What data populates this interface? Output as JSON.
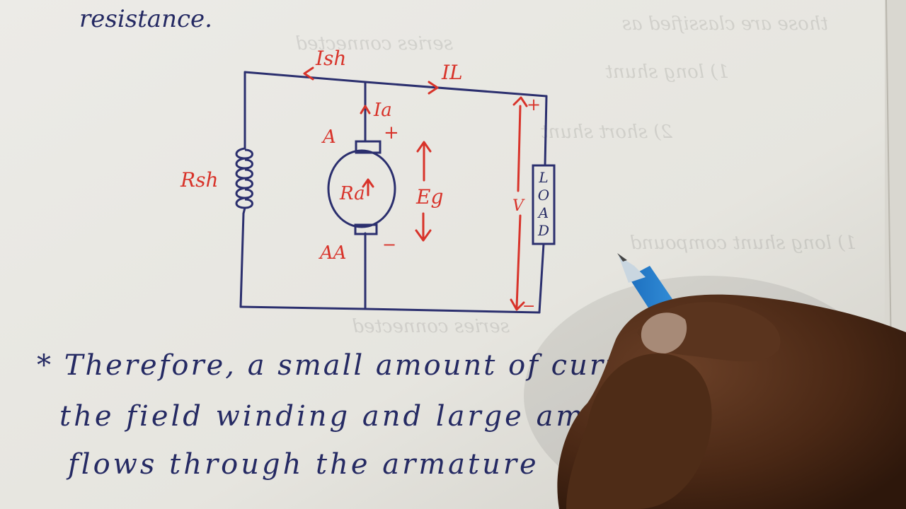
{
  "notebook": {
    "top_word": "resistance.",
    "ghost_lines": [
      "those are classified as",
      "series connected",
      "1) long shunt",
      "2) short shunt",
      "1) long shunt compound",
      "series connected"
    ]
  },
  "circuit": {
    "labels": {
      "ish": "Ish",
      "il": "IL",
      "ia": "Ia",
      "a_terminal": "A",
      "aa_terminal": "AA",
      "plus_top": "+",
      "minus": "−",
      "rsh": "Rsh",
      "ra": "Ra",
      "eg": "Eg",
      "v": "V",
      "load_plus": "+",
      "load_minus": "−",
      "load_letters": [
        "L",
        "O",
        "A",
        "D"
      ]
    }
  },
  "text_lines": {
    "line1": "* Therefore, a small amount of curr",
    "line2": "the field winding and large am",
    "line3": "flows through the armature"
  },
  "colors": {
    "ink_blue": "#252a63",
    "ink_red": "#d8332a",
    "paper": "#e9e8e3",
    "pen_blue": "#2f8fd6"
  }
}
